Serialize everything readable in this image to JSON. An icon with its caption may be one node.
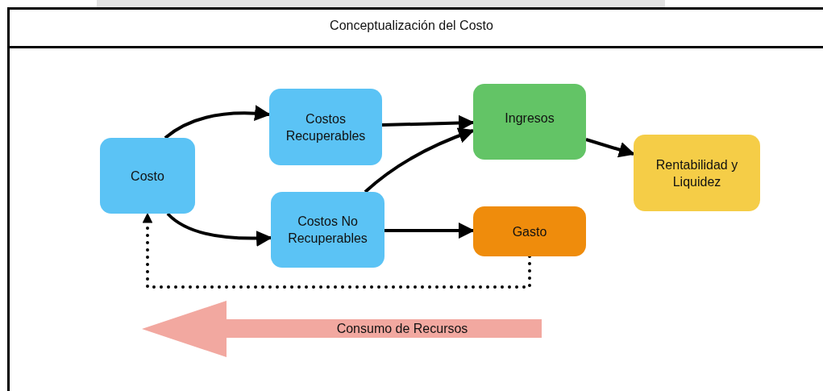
{
  "diagram": {
    "title": "Conceptualización del Costo",
    "nodes": [
      {
        "text": [
          "Costo"
        ]
      },
      {
        "text": [
          "Costos Recuperables"
        ]
      },
      {
        "text": [
          "Costos No Recuperables"
        ]
      },
      {
        "text": [
          "Ingresos"
        ]
      },
      {
        "text": [
          "Gasto"
        ]
      },
      {
        "text": [
          "Rentabilidad y Liquidez"
        ]
      },
      {
        "text": [
          "Consumo de Recursos"
        ]
      }
    ],
    "edges": [
      {
        "from": 0,
        "to": 1,
        "arrow": "to"
      },
      {
        "from": 0,
        "to": 2,
        "arrow": "to"
      },
      {
        "from": 1,
        "to": 3,
        "arrow": "to"
      },
      {
        "from": 2,
        "to": 3,
        "arrow": "to"
      },
      {
        "from": 2,
        "to": 4,
        "arrow": "to"
      },
      {
        "from": 3,
        "to": 5,
        "arrow": "to"
      },
      {
        "from": 4,
        "to": 0,
        "arrow": "to",
        "style": "dashed"
      }
    ]
  }
}
